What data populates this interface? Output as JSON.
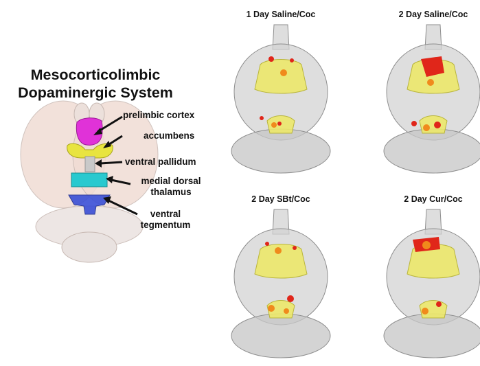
{
  "figure": {
    "title_line1": "Mesocorticolimbic",
    "title_line2": "Dopaminergic System"
  },
  "regions": [
    {
      "label": "prelimbic cortex",
      "color": "#e032d8"
    },
    {
      "label": "accumbens",
      "color": "#e8e440"
    },
    {
      "label": "ventral pallidum",
      "color": "#c9c9c9"
    },
    {
      "label": "medial dorsal thalamus",
      "line1": "medial dorsal",
      "line2": "thalamus",
      "color": "#29c9cf"
    },
    {
      "label": "ventral tegmentum",
      "line1": "ventral",
      "line2": "tegmentum",
      "color": "#3a4fd6"
    }
  ],
  "panels": [
    {
      "title": "1 Day Saline/Coc"
    },
    {
      "title": "2 Day Saline/Coc"
    },
    {
      "title": "2 Day SBt/Coc"
    },
    {
      "title": "2 Day Cur/Coc"
    }
  ],
  "colors": {
    "brain_shell": "#d3d3d3",
    "activation_red": "#e0261a",
    "activation_orange": "#f08a1c",
    "accumbens_yellow": "#ece86a"
  }
}
